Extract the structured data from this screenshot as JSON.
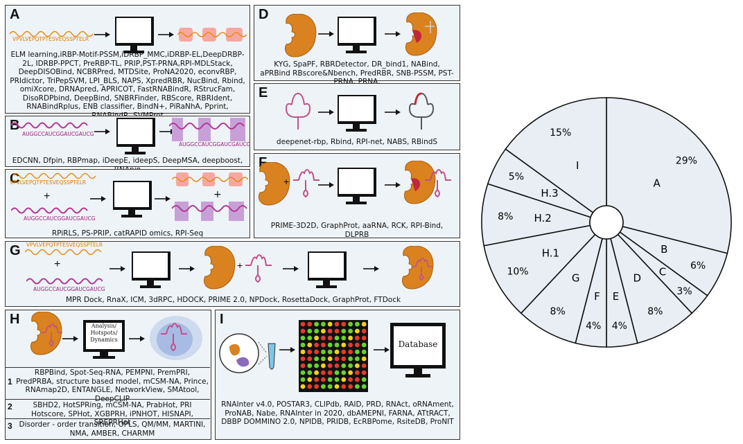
{
  "panels": {
    "A": {
      "label": "A",
      "sequence": "VPVLVEPQTPTESVEQSSPTELR",
      "methods": "ELM learning,iRBP-Motif-PSSM,iDRBP_MMC,iDRBP-EL,DeepDRBP-2L, IDRBP-PPCT, PreRBP-TL, PRIP,PST-PRNA,RPI-MDLStack, DeepDISOBind, NCBRPred, MTDSite, ProNA2020, econvRBP, PRIdictor, TriPepSVM, LPI_BLS, NAPS, XpredRBR, NucBind, Rbind, omiXcore, DRNApred, APRICOT, FastRNABindR, RStrucFam, DisoRDPbind, DeepBind, SNBRFinder, RBScore, RBRIdent, RNABindRplus, ENB classifier, BindN+, PiRaNhA, Pprint, RNABindR, SVMProt"
    },
    "B": {
      "label": "B",
      "rna": "AUGGCCAUCGGAUCGAUCG",
      "methods": "EDCNN, Dfpin, RBPmap, iDeepE, ideepS, DeepMSA, deepboost, RNApin"
    },
    "C": {
      "label": "C",
      "sequence": "VPVLVEPQTPTESVEQSSPTELR",
      "rna": "AUGGCCAUCGGAUCGAUCG",
      "methods": "RPiRLS, PS-PRIP, catRAPID omics, RPI-Seq"
    },
    "D": {
      "label": "D",
      "methods": "KYG, SpaPF, RBRDetector, DR_bind1, NABind, aPRBind RBscore&Nbench, PredRBR, SNB-PSSM, PST-PRNA, PRNA,"
    },
    "E": {
      "label": "E",
      "methods": "deepenet-rbp, Rbind, RPI-net, NABS, RBindS"
    },
    "F": {
      "label": "F",
      "methods": "PRIME-3D2D, GraphProt, aaRNA, RCK, RPI-Bind, DLPRB"
    },
    "G": {
      "label": "G",
      "sequence": "VPVLVEPQTPTESVEQSSPTELR",
      "rna": "AUGGCCAUCGGAUCGAUCG",
      "methods": "MPR Dock, RnaX, ICM, 3dRPC, HDOCK, PRIME 2.0, NPDock, RosettaDock, GraphProt, FTDock"
    },
    "H": {
      "label": "H",
      "screen_text": "Analysis/ Hotspots/ Dynamics",
      "groups": [
        {
          "num": "1",
          "methods": "RBPBind, Spot-Seq-RNA, PEMPNI, PremPRI, PredPRBA, structure based model, mCSM-NA, Prince, RNAmap2D, ENTANGLE, NetworkView, SMAtool, DeepCLIP"
        },
        {
          "num": "2",
          "methods": "SBHD2, HotSPRing, mCSM-NA, PrabHot, PRI Hotscore, SPHot, XGBPRH, iPNHOT, HISNAPI, SREPRHot"
        },
        {
          "num": "3",
          "methods": "Disorder - order transition, OPLS, QM/MM, MARTINI, NMA, AMBER, CHARMM"
        }
      ]
    },
    "I": {
      "label": "I",
      "screen_text": "Database",
      "methods": "RNAInter v4.0, POSTAR3, CLIPdb, RAID, PRD, RNAct, oRNAment, ProNAB, Nabe, RNAInter in 2020, dbAMEPNI, FARNA, ATtRACT, DBBP DOMMINO 2.0, NPIDB, PRIDB, EcRBPome, RsiteDB, ProNIT"
    }
  },
  "pie": {
    "slices": [
      {
        "label": "A",
        "pct": "29%",
        "value": 29
      },
      {
        "label": "B",
        "pct": "6%",
        "value": 6
      },
      {
        "label": "C",
        "pct": "3%",
        "value": 3
      },
      {
        "label": "D",
        "pct": "8%",
        "value": 8
      },
      {
        "label": "E",
        "pct": "4%",
        "value": 4
      },
      {
        "label": "F",
        "pct": "4%",
        "value": 4
      },
      {
        "label": "G",
        "pct": "8%",
        "value": 8
      },
      {
        "label": "H.1",
        "pct": "10%",
        "value": 10
      },
      {
        "label": "H.2",
        "pct": "8%",
        "value": 8
      },
      {
        "label": "H.3",
        "pct": "5%",
        "value": 5
      },
      {
        "label": "I",
        "pct": "15%",
        "value": 15
      }
    ],
    "colors": {
      "fill": "#e8eef3",
      "stroke": "#111111"
    }
  }
}
